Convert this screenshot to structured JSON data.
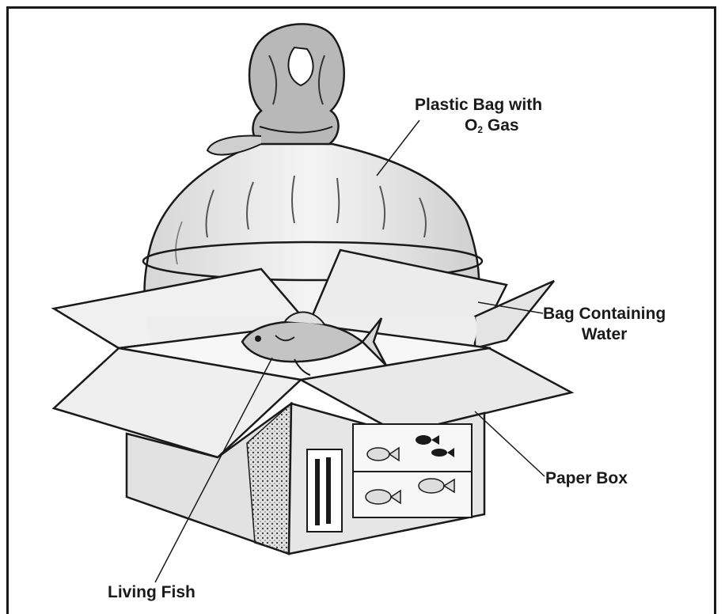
{
  "labels": {
    "plastic_bag_line1": "Plastic Bag with",
    "plastic_bag_o2_prefix": "O",
    "plastic_bag_o2_sub": "2",
    "plastic_bag_o2_suffix": " Gas",
    "bag_water_line1": "Bag Containing",
    "bag_water_line2": "Water",
    "paper_box": "Paper Box",
    "living_fish": "Living Fish"
  },
  "colors": {
    "ink": "#1a1a1a",
    "shade": "#9a9a9a",
    "light_shade": "#cfcfcf",
    "background": "#ffffff"
  }
}
